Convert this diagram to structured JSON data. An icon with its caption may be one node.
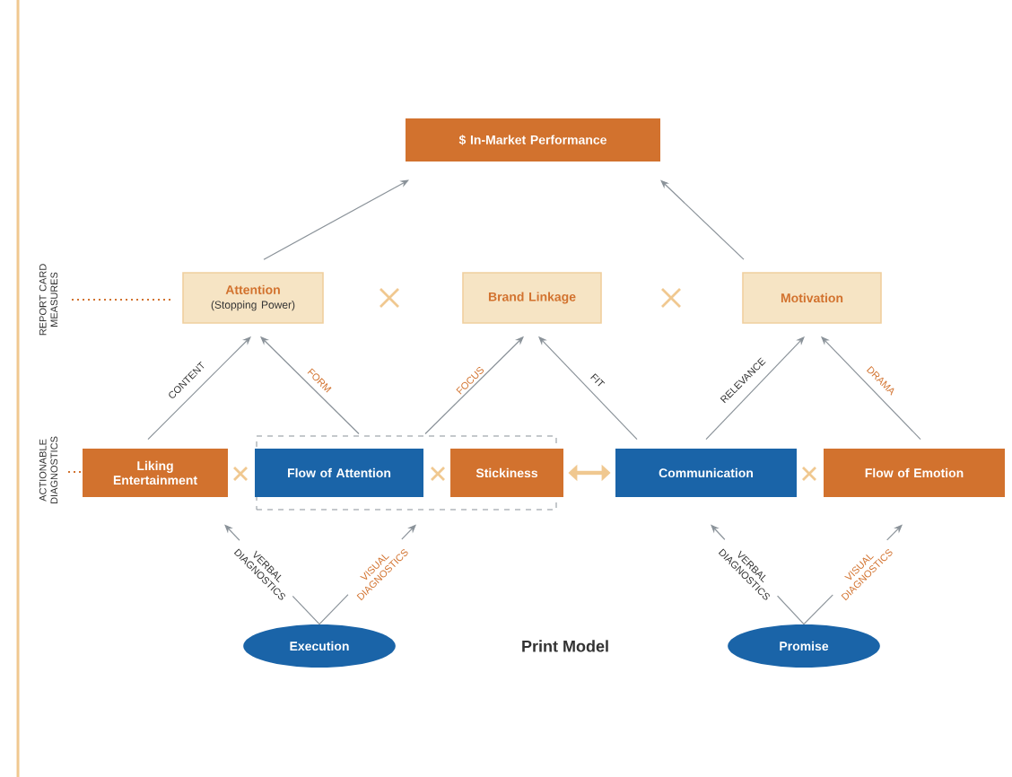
{
  "diagram": {
    "caption": "Print Model",
    "nodes": [
      {
        "text": [
          "$ In-Market Performance"
        ]
      },
      {
        "text": [
          "Attention",
          "(Stopping Power)"
        ]
      },
      {
        "text": [
          "Brand Linkage"
        ]
      },
      {
        "text": [
          "Motivation"
        ]
      },
      {
        "text": [
          "Liking Entertainment"
        ]
      },
      {
        "text": [],
        "shape": "box"
      },
      {
        "text": [
          "Flow of Attention"
        ],
        "in": 5
      },
      {
        "text": [
          "Stickiness"
        ],
        "in": 5
      },
      {
        "text": [
          "Communication"
        ]
      },
      {
        "text": [
          "Flow of Emotion"
        ]
      },
      {
        "text": [
          "Execution"
        ]
      },
      {
        "text": [
          "Promise"
        ]
      }
    ],
    "edges": [
      {
        "from": 1,
        "to": 0,
        "arrow": "to"
      },
      {
        "from": 3,
        "to": 0,
        "arrow": "to"
      },
      {
        "from": 4,
        "to": 1,
        "arrow": "to",
        "label": "CONTENT"
      },
      {
        "from": 5,
        "to": 1,
        "arrow": "to",
        "label": "FORM"
      },
      {
        "from": 5,
        "to": 2,
        "arrow": "to",
        "label": "FOCUS"
      },
      {
        "from": 8,
        "to": 2,
        "arrow": "to",
        "label": "FIT"
      },
      {
        "from": 8,
        "to": 3,
        "arrow": "to",
        "label": "RELEVANCE"
      },
      {
        "from": 9,
        "to": 3,
        "arrow": "to",
        "label": "DRAMA"
      },
      {
        "from": 10,
        "to": 4,
        "arrow": "to",
        "label": "VERBAL DIAGNOSTICS"
      },
      {
        "from": 10,
        "to": 6,
        "arrow": "to",
        "label": "VISUAL DIAGNOSTICS"
      },
      {
        "from": 11,
        "to": 8,
        "arrow": "to",
        "label": "VERBAL DIAGNOSTICS"
      },
      {
        "from": 11,
        "to": 9,
        "arrow": "to",
        "label": "VISUAL DIAGNOSTICS"
      },
      {
        "from": 7,
        "to": 8,
        "arrow": "both",
        "style": "thick",
        "color": "#f0c890"
      }
    ],
    "labels": [
      "REPORT CARD MEASURES",
      "ACTIONABLE DIAGNOSTICS"
    ]
  }
}
